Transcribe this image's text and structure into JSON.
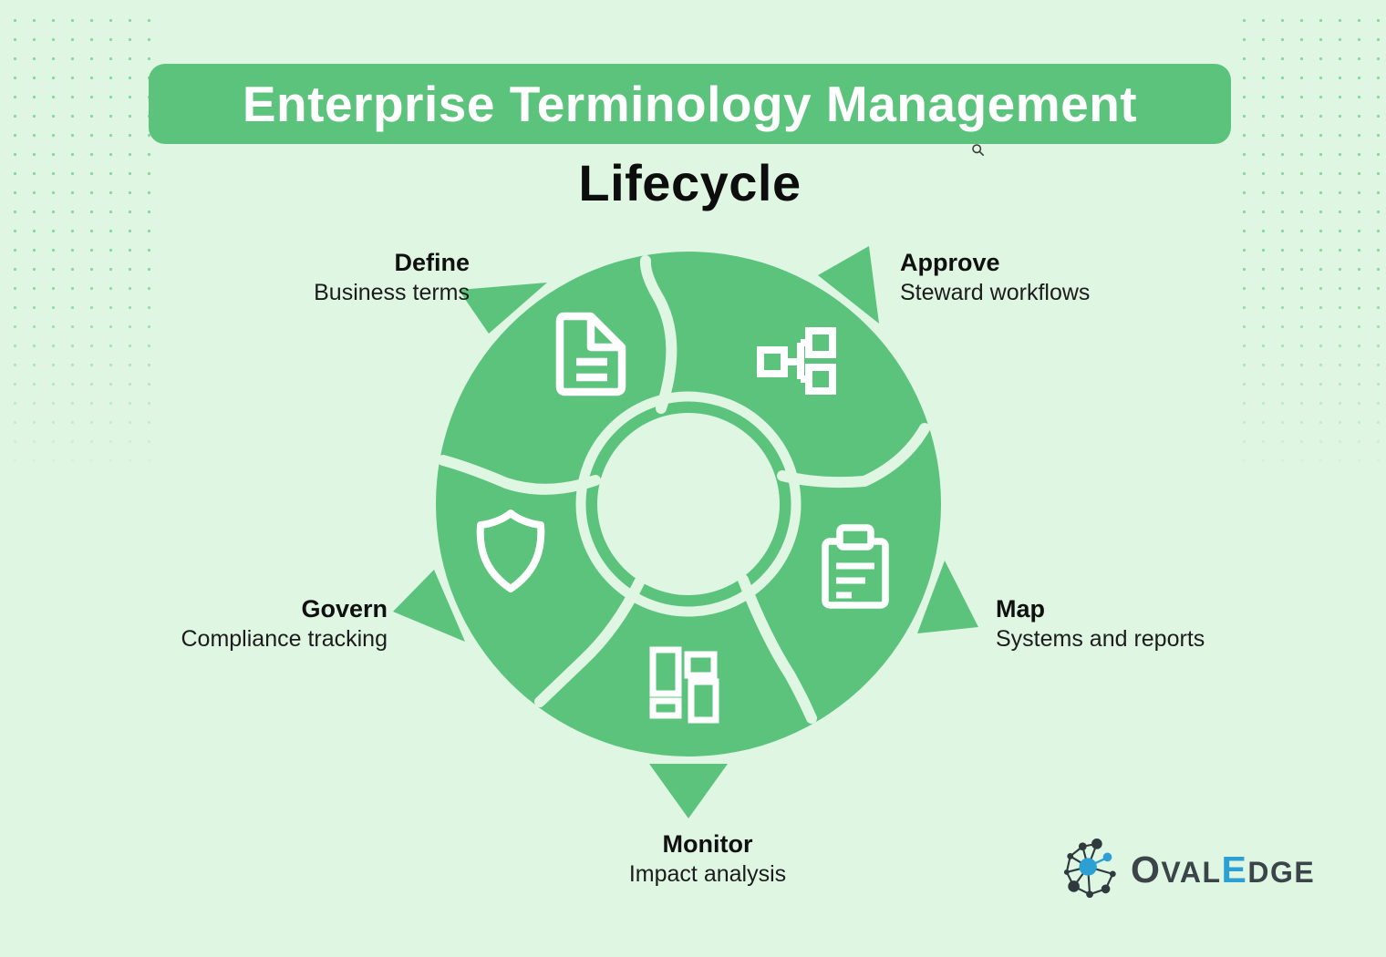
{
  "header": {
    "title": "Enterprise Terminology Management",
    "subtitle": "Lifecycle"
  },
  "stages": [
    {
      "name": "Define",
      "description": "Business terms",
      "icon": "document-icon"
    },
    {
      "name": "Approve",
      "description": "Steward workflows",
      "icon": "workflow-icon"
    },
    {
      "name": "Map",
      "description": "Systems and reports",
      "icon": "clipboard-icon"
    },
    {
      "name": "Monitor",
      "description": "Impact analysis",
      "icon": "dashboard-icon"
    },
    {
      "name": "Govern",
      "description": "Compliance tracking",
      "icon": "shield-icon"
    }
  ],
  "brand": {
    "logo_o": "O",
    "logo_val": "VAL",
    "logo_e": "E",
    "logo_dge": "DGE",
    "icon": "network-graph-icon"
  },
  "colors": {
    "accent_green": "#5CC37D",
    "background": "#DEF6E2",
    "text": "#131313",
    "logo_dark": "#3A4449",
    "logo_blue": "#2C9FD3"
  }
}
